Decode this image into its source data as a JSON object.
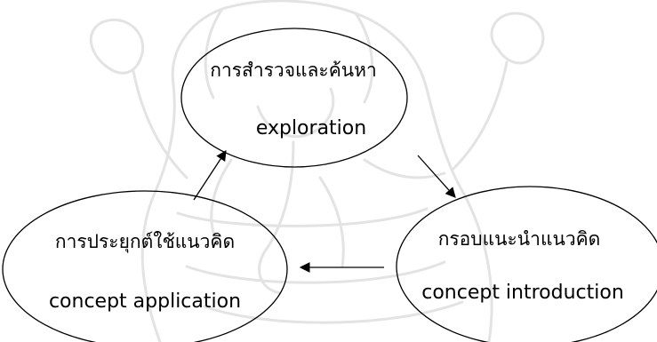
{
  "cycle": {
    "exploration": {
      "thai": "การสำรวจและค้นหา",
      "english": "exploration"
    },
    "concept_introduction": {
      "thai": "กรอบแนะนำแนวคิด",
      "english": "concept introduction"
    },
    "concept_application": {
      "thai": "การประยุกต์ใช้แนวคิด",
      "english": "concept application"
    }
  },
  "watermark": {
    "description": "faded Ganesha emblem watermark",
    "color": "#e3e3e3"
  }
}
